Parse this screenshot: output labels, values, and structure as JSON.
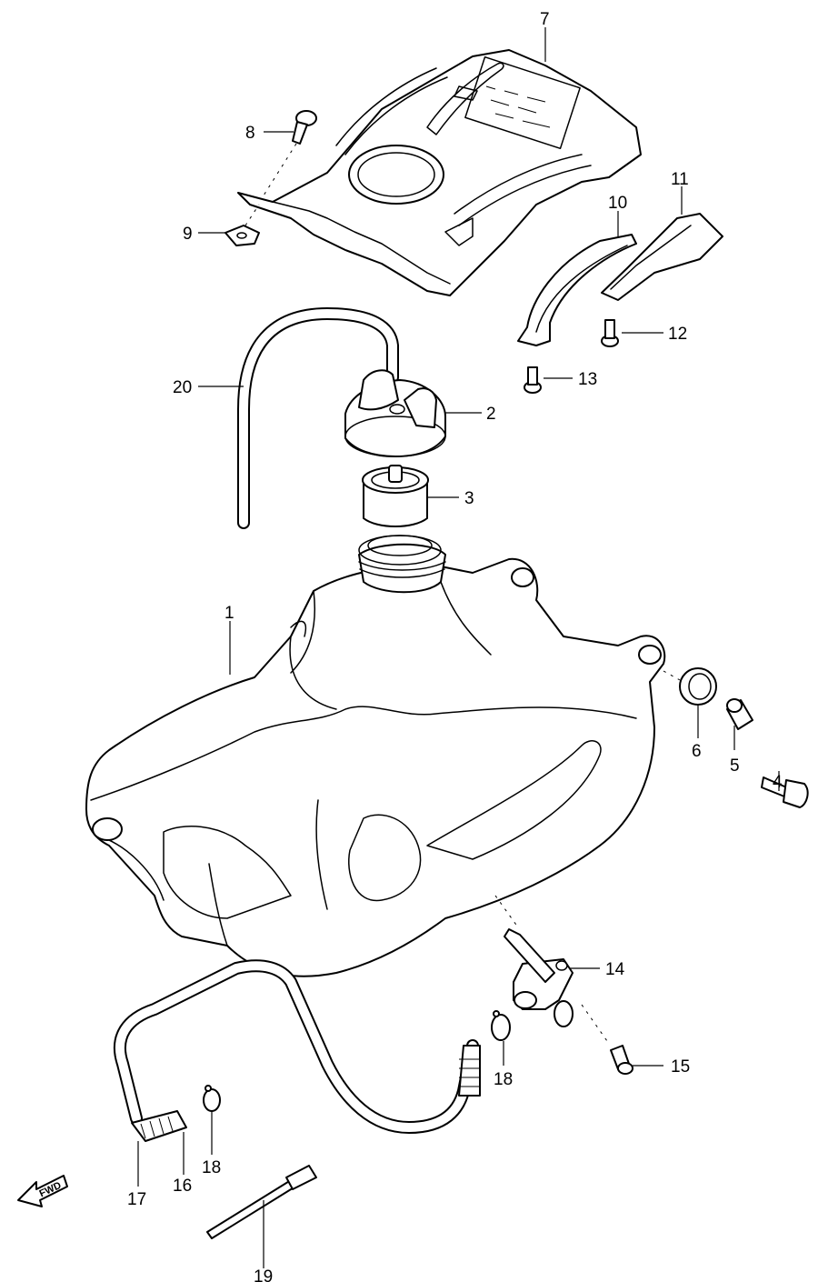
{
  "callouts": {
    "c1": "1",
    "c2": "2",
    "c3": "3",
    "c4": "4",
    "c5": "5",
    "c6": "6",
    "c7": "7",
    "c8": "8",
    "c9": "9",
    "c10": "10",
    "c11": "11",
    "c12": "12",
    "c13": "13",
    "c14": "14",
    "c15": "15",
    "c16": "16",
    "c17": "17",
    "c18a": "18",
    "c18b": "18",
    "c19": "19",
    "c20": "20"
  },
  "fwd_label": "FWD"
}
